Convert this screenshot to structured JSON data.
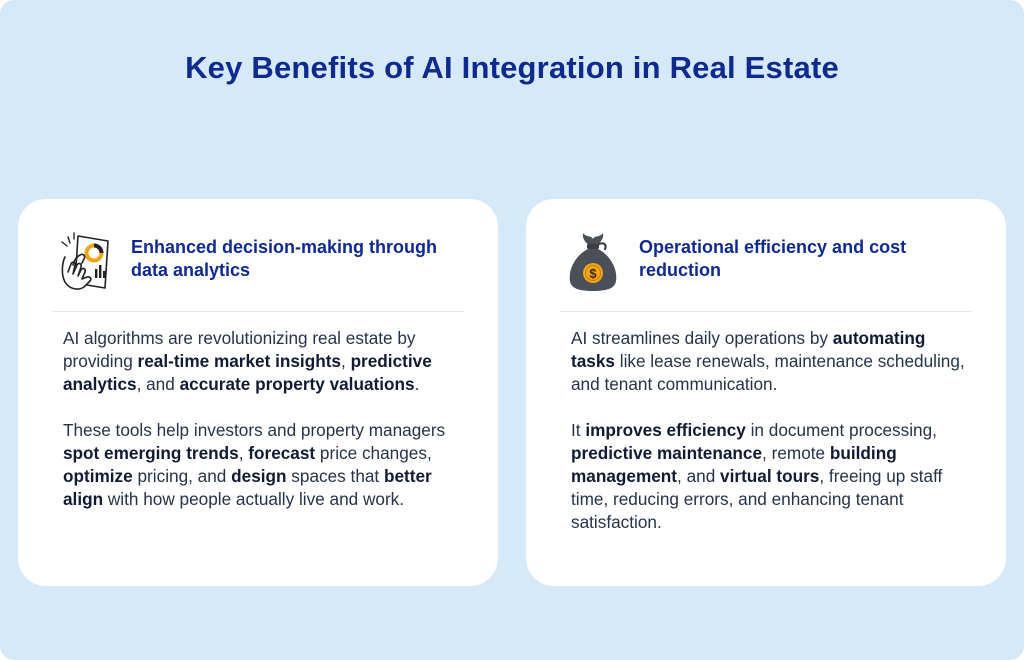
{
  "page": {
    "title": "Key Benefits of AI Integration in Real Estate"
  },
  "colors": {
    "background": "#d6e9f8",
    "card": "#ffffff",
    "title": "#0f2a8f",
    "body_text": "#26334a",
    "coin": "#f2a516",
    "bag": "#4b4f57"
  },
  "cards": [
    {
      "icon": "hand-analytics-icon",
      "heading": "Enhanced decision-making through data analytics",
      "p1": [
        "AI algorithms are revolutionizing real estate by providing ",
        "real-time market insights",
        ", ",
        "predictive analytics",
        ", and ",
        "accurate property valuations",
        "."
      ],
      "p2": [
        "These tools help investors and property managers ",
        "spot emerging trends",
        ", ",
        "forecast",
        " price changes, ",
        "optimize",
        " pricing, and ",
        "design",
        " spaces that ",
        "better align",
        " with how people actually live and work."
      ]
    },
    {
      "icon": "money-bag-icon",
      "heading": "Operational efficiency and cost reduction",
      "p1": [
        "AI streamlines daily operations by ",
        "automating tasks",
        " like lease renewals, maintenance scheduling, and tenant communication."
      ],
      "p2": [
        "It ",
        "improves efficiency",
        " in document processing, ",
        "predictive maintenance",
        ", remote ",
        "building management",
        ", and ",
        "virtual tours",
        ", freeing up staff time, reducing errors, and enhancing tenant satisfaction."
      ]
    }
  ]
}
